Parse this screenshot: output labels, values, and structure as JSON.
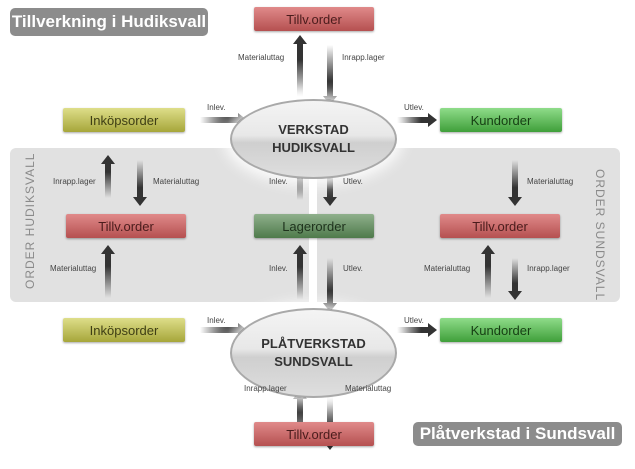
{
  "titles": {
    "top_left": "Tillverkning i Hudiksvall",
    "bottom_right": "Plåtverkstad i Sundsvall"
  },
  "panel": {
    "left_label": "ORDER HUDIKSVALL",
    "right_label": "ORDER SUNDSVALL"
  },
  "hubs": {
    "hudiksvall": {
      "line1": "VERKSTAD",
      "line2": "HUDIKSVALL"
    },
    "sundsvall": {
      "line1": "PLÅTVERKSTAD",
      "line2": "SUNDSVALL"
    }
  },
  "boxes": {
    "top_tillv": "Tillv.order",
    "inkop_top": "Inköpsorder",
    "kund_top": "Kundorder",
    "left_tillv": "Tillv.order",
    "lager": "Lagerorder",
    "right_tillv": "Tillv.order",
    "inkop_bottom": "Inköpsorder",
    "kund_bottom": "Kundorder",
    "bottom_tillv": "Tillv.order"
  },
  "labels": {
    "top_materialuttag": "Materialuttag",
    "top_inrapp": "Inrapp.lager",
    "top_inlev": "Inlev.",
    "top_utlev": "Utlev.",
    "left_inrapp": "Inrapp.lager",
    "left_materialuttag": "Materialuttag",
    "left_materialuttag2": "Materialuttag",
    "mid_inlev": "Inlev.",
    "mid_utlev": "Utlev.",
    "mid_inlev2": "Inlev.",
    "mid_utlev2": "Utlev.",
    "right_materialuttag": "Materialuttag",
    "right_materialuttag2": "Materialuttag",
    "right_inrapp": "Inrapp.lager",
    "bottom_inlev": "Inlev.",
    "bottom_utlev": "Utlev.",
    "bottom_inrapp": "Inrapp.lager",
    "bottom_materialuttag": "Materialuttag"
  }
}
